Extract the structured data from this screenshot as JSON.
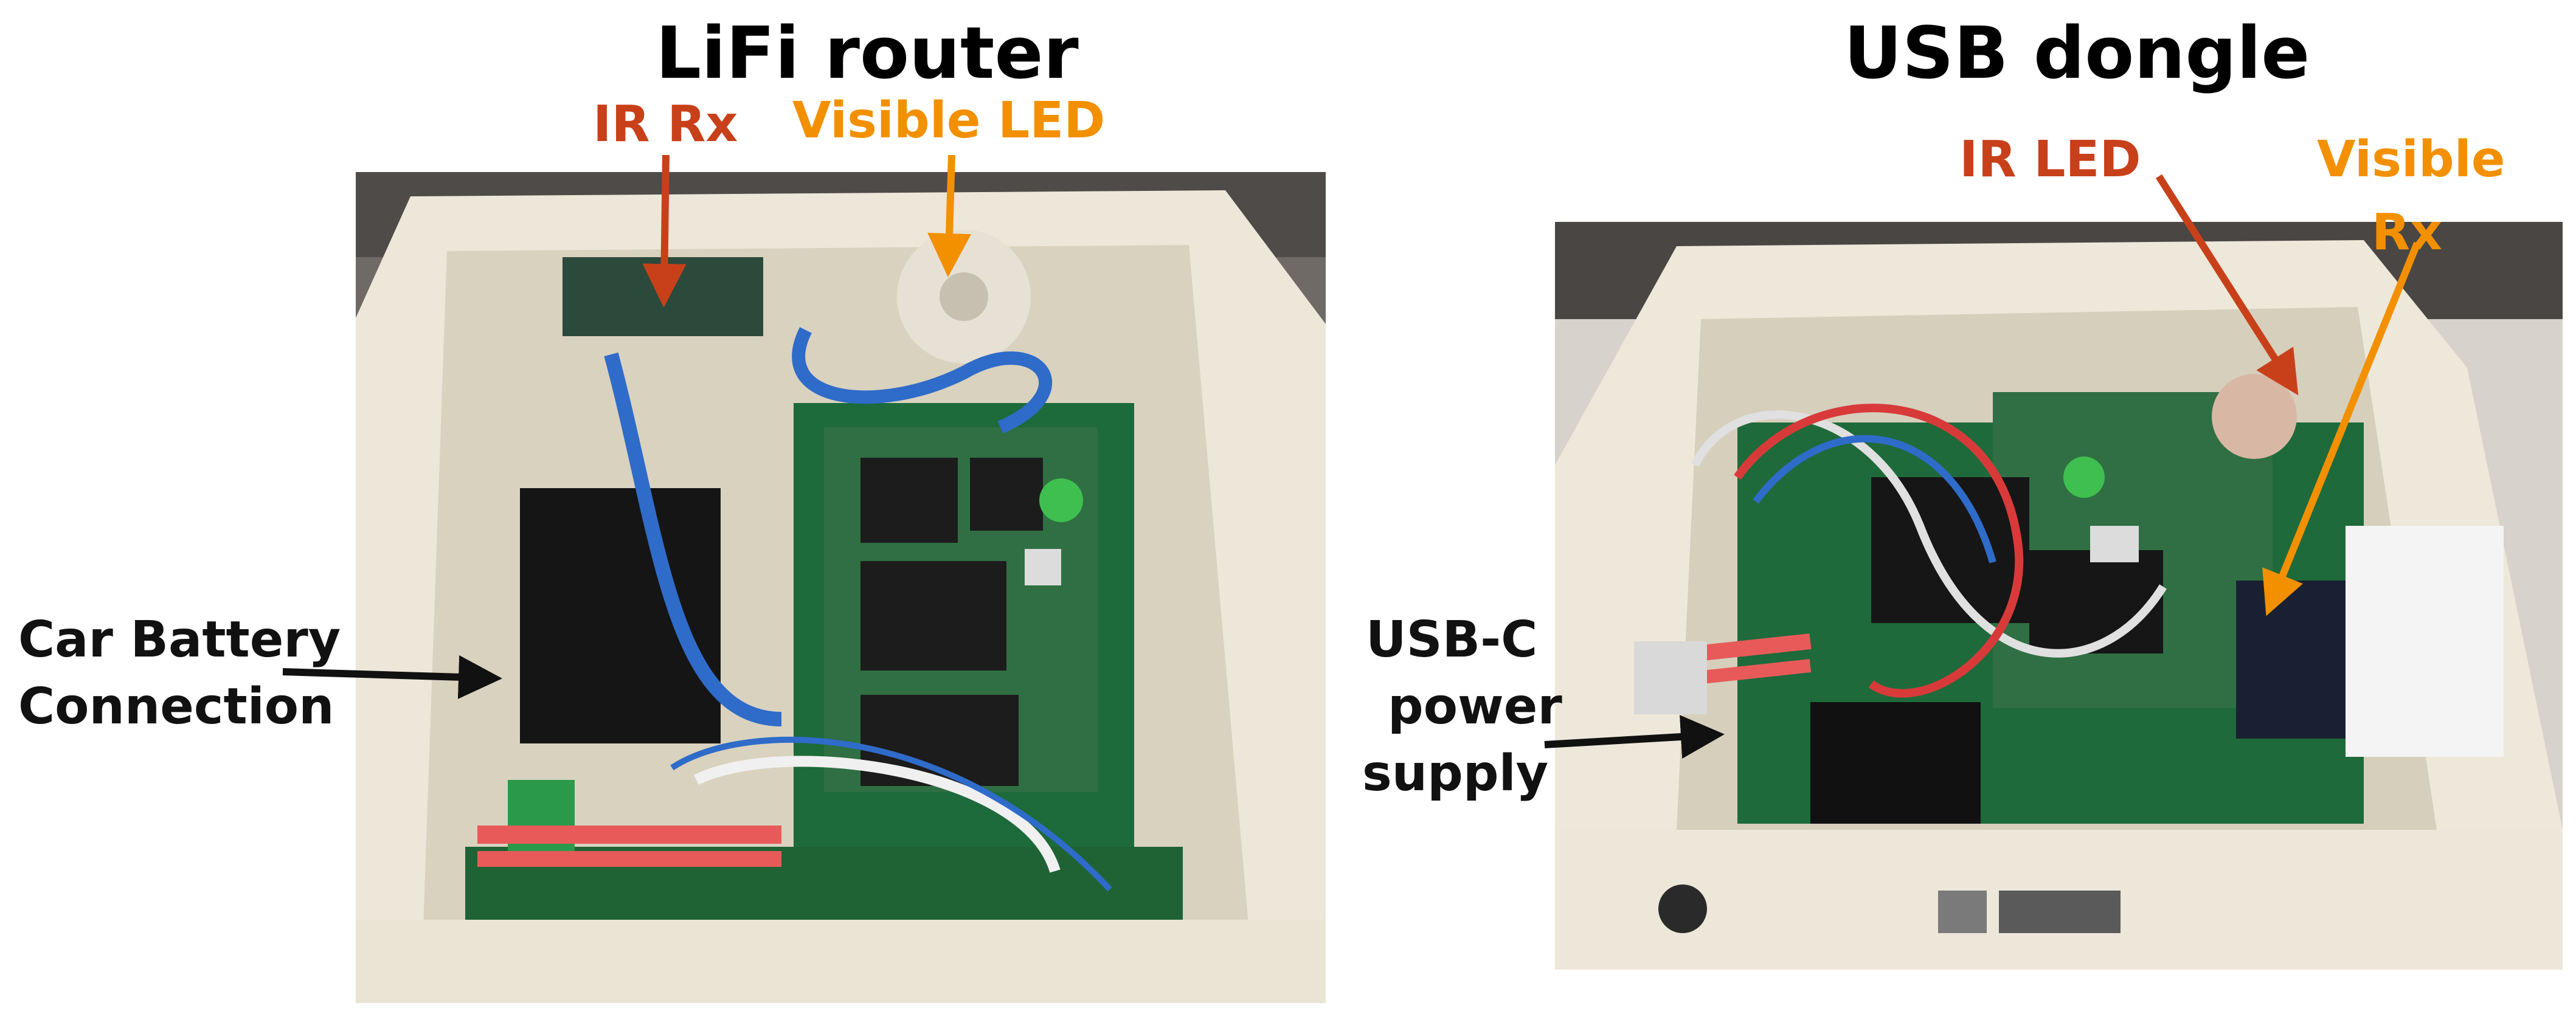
{
  "left_panel": {
    "title": "LiFi router",
    "labels": {
      "ir_rx": "IR Rx",
      "visible_led": "Visible LED",
      "car_battery_line1": "Car Battery",
      "car_battery_line2": "Connection"
    }
  },
  "right_panel": {
    "title": "USB dongle",
    "labels": {
      "ir_led": "IR LED",
      "visible_rx_line1": "Visible",
      "visible_rx_line2": "Rx",
      "usbc_line1": "USB-C",
      "usbc_line2": "power",
      "usbc_line3": "supply"
    }
  },
  "colors": {
    "title": "#000000",
    "ir_label": "#c8401a",
    "visible_label": "#f39000",
    "arrow_black": "#111111"
  }
}
